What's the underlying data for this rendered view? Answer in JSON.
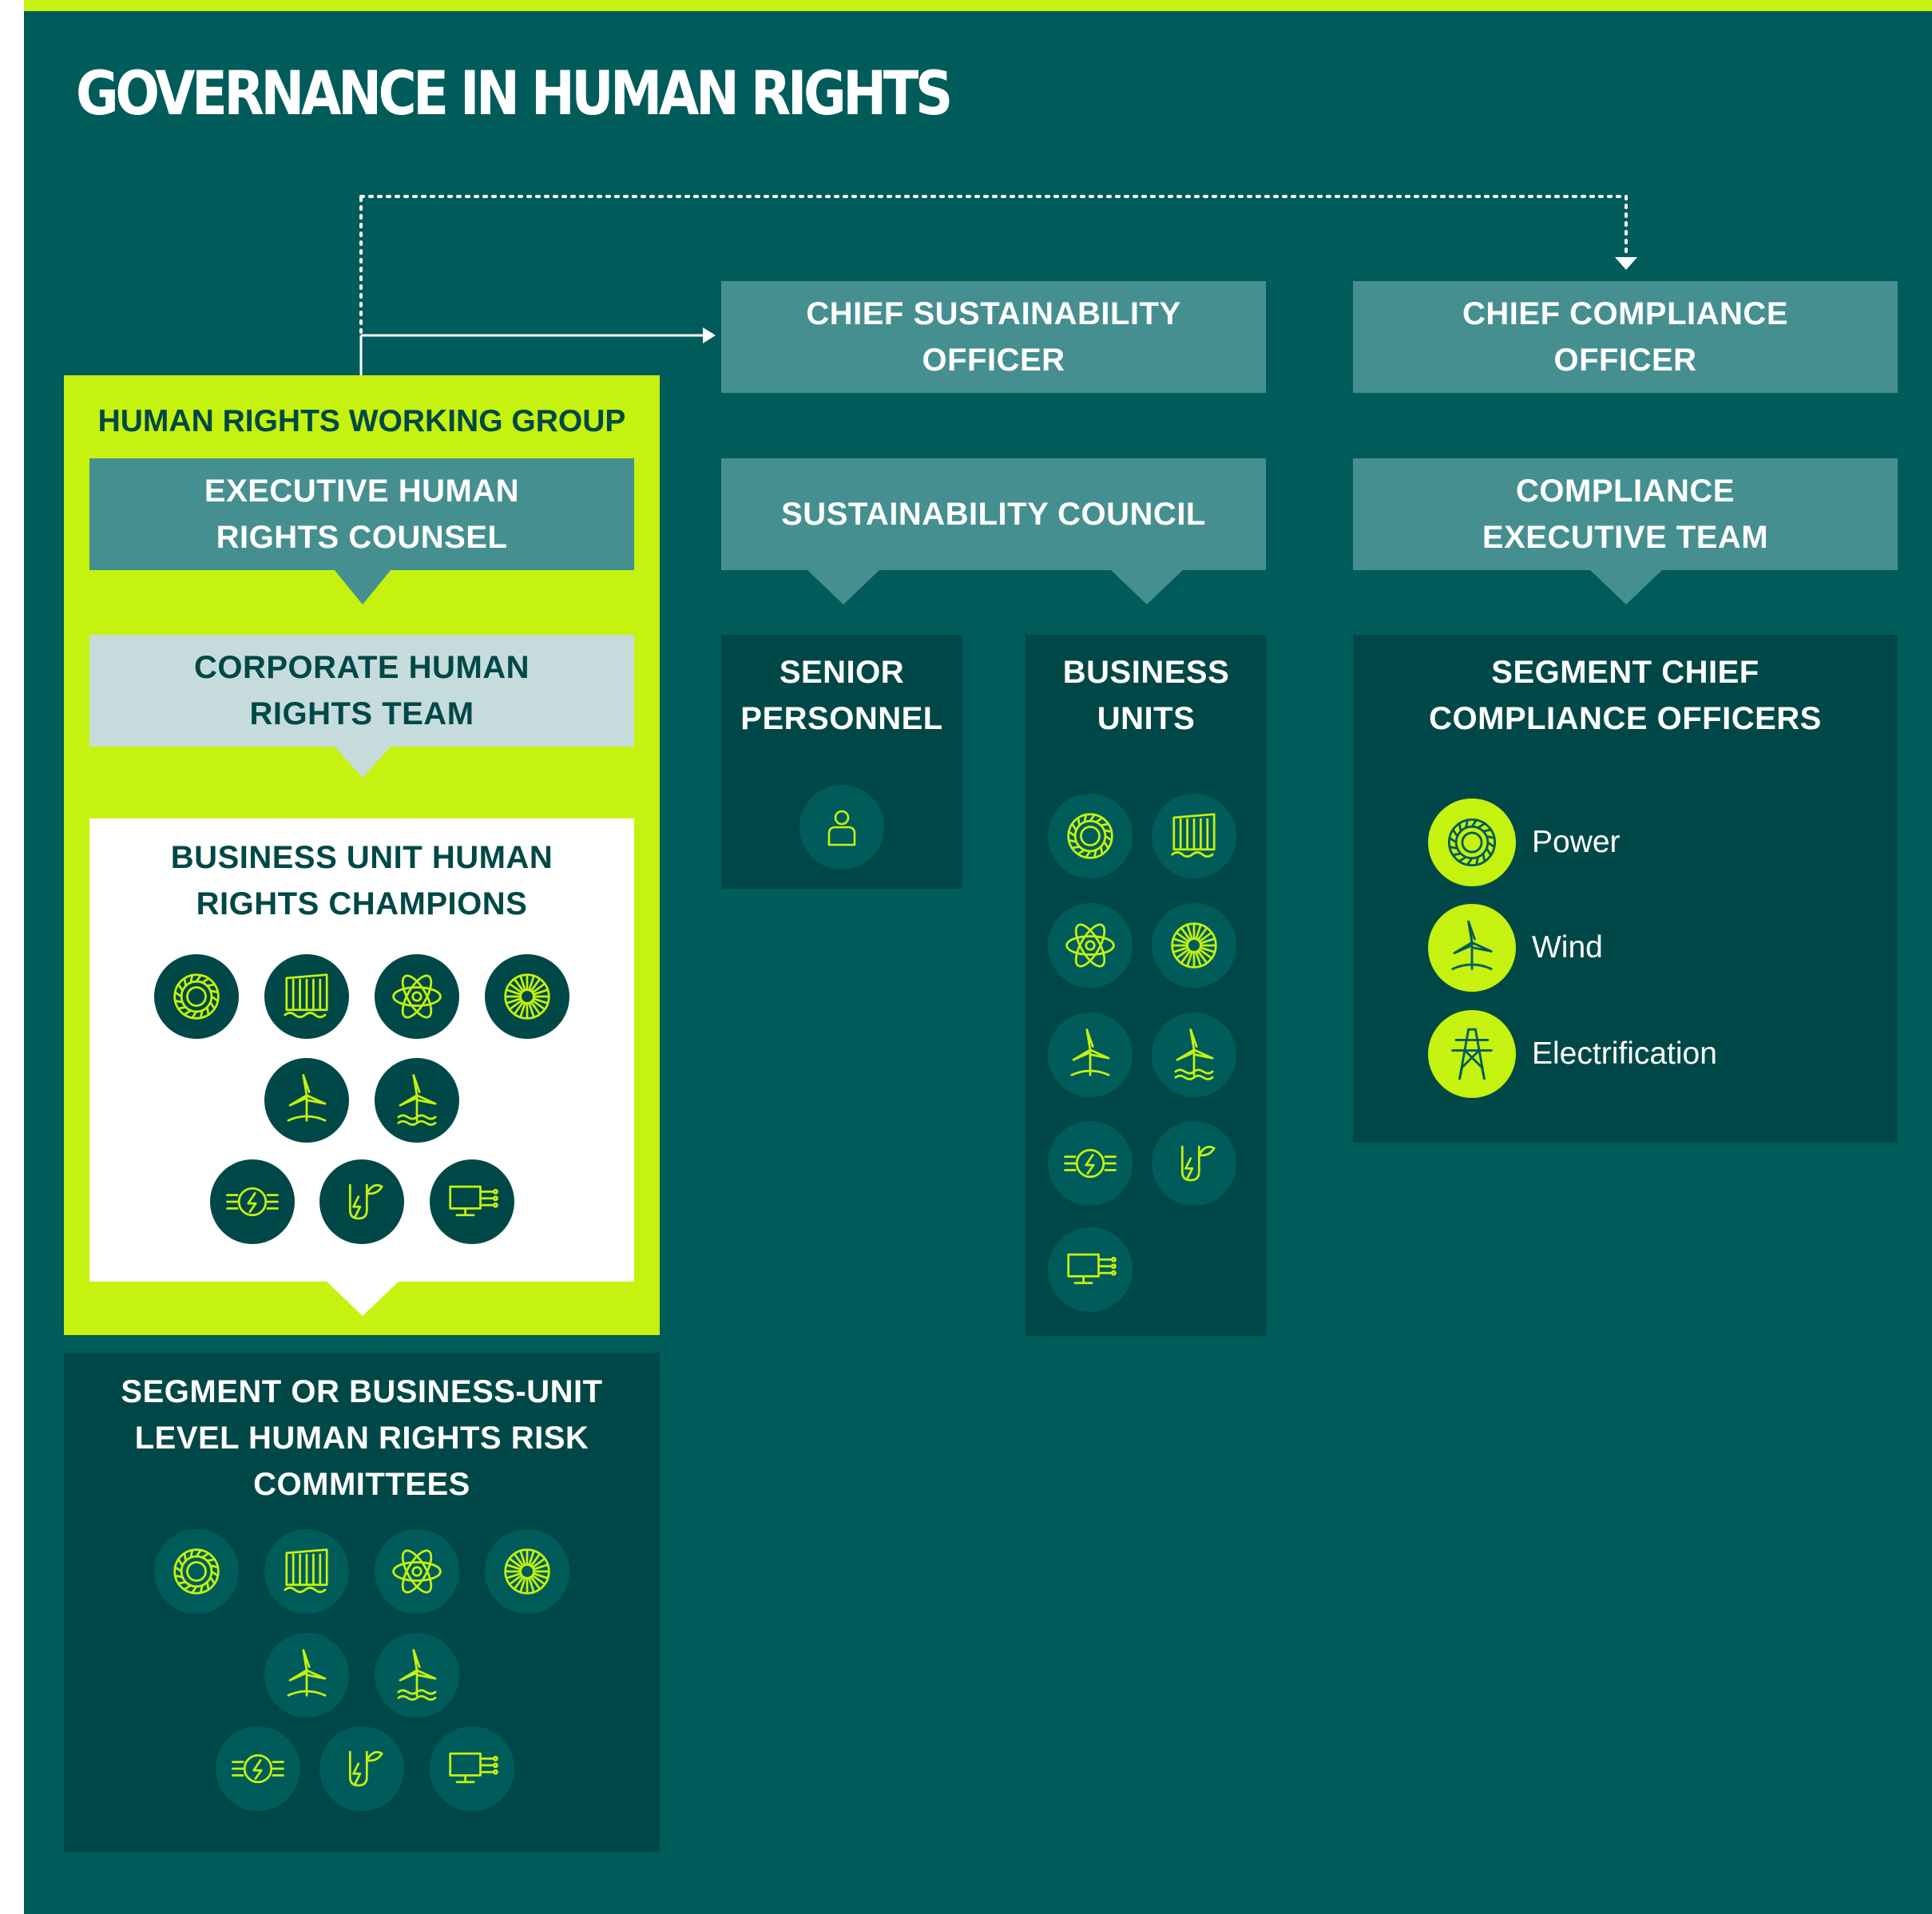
{
  "title": "GOVERNANCE IN HUMAN RIGHTS",
  "chief_sustainability_officer": "CHIEF SUSTAINABILITY OFFICER",
  "chief_compliance_officer": "CHIEF COMPLIANCE OFFICER",
  "human_rights_working_group": {
    "label": "HUMAN RIGHTS WORKING GROUP",
    "executive_counsel": "EXECUTIVE HUMAN RIGHTS COUNSEL",
    "corporate_team": "CORPORATE HUMAN RIGHTS TEAM",
    "champions": "BUSINESS UNIT HUMAN RIGHTS CHAMPIONS"
  },
  "risk_committees": "SEGMENT OR BUSINESS-UNIT LEVEL HUMAN RIGHTS RISK COMMITTEES",
  "sustainability_council": "SUSTAINABILITY COUNCIL",
  "senior_personnel": "SENIOR PERSONNEL",
  "business_units": "BUSINESS UNITS",
  "compliance_executive_team": "COMPLIANCE EXECUTIVE TEAM",
  "segment_cco": {
    "label": "SEGMENT CHIEF COMPLIANCE OFFICERS",
    "items": [
      {
        "label": "Power",
        "icon": "turbine-icon"
      },
      {
        "label": "Wind",
        "icon": "wind-turbine-icon"
      },
      {
        "label": "Electrification",
        "icon": "transmission-tower-icon"
      }
    ]
  },
  "business_icons": [
    "gas-turbine-icon",
    "hydro-dam-icon",
    "nuclear-atom-icon",
    "steam-turbine-icon",
    "onshore-wind-icon",
    "offshore-wind-icon",
    "grid-solutions-icon",
    "power-conversion-icon",
    "digital-icon"
  ],
  "person_icon": "person-icon",
  "colors": {
    "background": "#005c5b",
    "accent": "#c5f20f",
    "header_box": "#468f91",
    "dark_box": "#004847",
    "light_box": "#c6dcdc"
  }
}
